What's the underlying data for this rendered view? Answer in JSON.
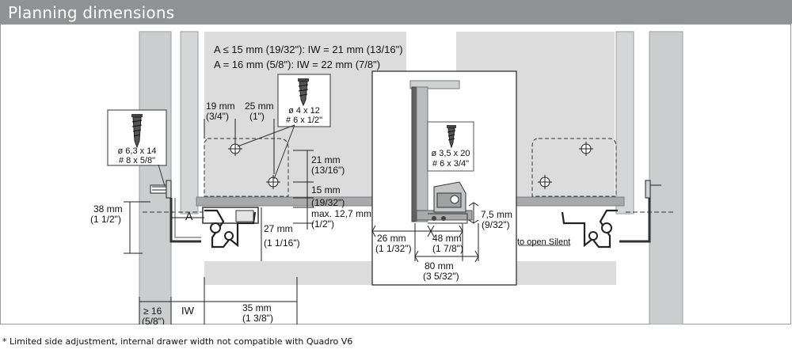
{
  "header": {
    "title": "Planning dimensions"
  },
  "formulas": {
    "line1": "A ≤ 15 mm (19/32\"): IW = 21 mm (13/16\")",
    "line2": "A = 16 mm (5/8\"): IW = 22 mm (7/8\")"
  },
  "screw_left": {
    "line1": "ø 6,3 x 14",
    "line2": "# 8 x 5/8\""
  },
  "screw_top": {
    "line1": "ø 4 x 12",
    "line2": "# 6 x 1/2\""
  },
  "screw_detail": {
    "line1": "ø 3,5 x 20",
    "line2": "# 6 x 3/4\""
  },
  "dims": {
    "d19_mm": "19 mm",
    "d19_in": "(3/4\")",
    "d25_mm": "25 mm",
    "d25_in": "(1\")",
    "d21_mm": "21 mm",
    "d21_in": "(13/16\")",
    "d15_mm": "15 mm",
    "d15_in": "(19/32\")",
    "dmax_mm": "max. 12,7 mm",
    "dmax_in": "(1/2\")",
    "d38_mm": "38 mm",
    "d38_in": "(1 1/2\")",
    "d27_mm": "27 mm",
    "d27_in": "(1 1/16\")",
    "d26_mm": "26 mm",
    "d26_in": "(1 1/32\")",
    "d48_mm": "48 mm",
    "d48_in": "(1 7/8\")",
    "d80_mm": "80 mm",
    "d80_in": "(3 5/32\")",
    "d75_mm": "7,5 mm",
    "d75_in": "(9/32\")",
    "d35_mm": "35 mm",
    "d35_in": "(1 3/8\")",
    "d16_mm": "≥ 16",
    "d16_in": "(5/8\")",
    "label_a": "A",
    "label_iw": "IW"
  },
  "silent_label": "to open Silent",
  "footnote": "* Limited side adjustment, internal drawer width not compatible with Quadro V6"
}
